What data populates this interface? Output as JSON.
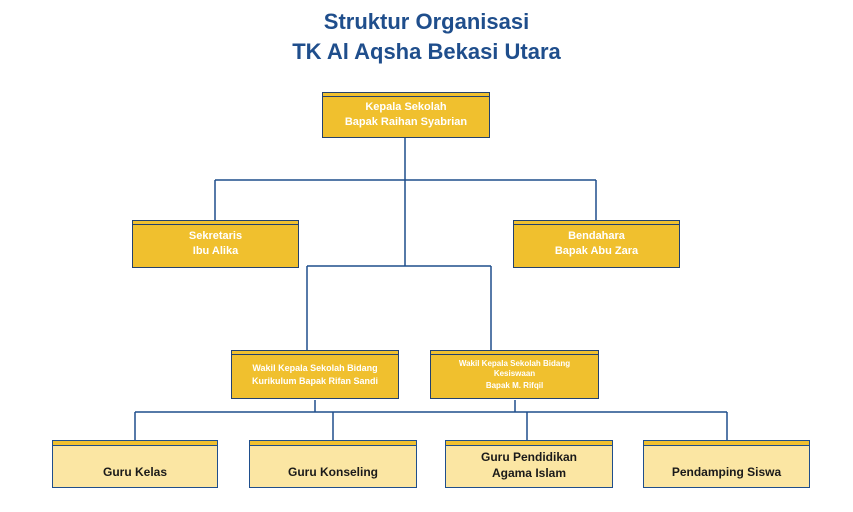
{
  "title": {
    "line1": "Struktur Organisasi",
    "line2": "TK Al Aqsha Bekasi Utara"
  },
  "nodes": {
    "kepala": {
      "role": "Kepala Sekolah",
      "name": "Bapak Raihan Syabrian"
    },
    "sekretaris": {
      "role": "Sekretaris",
      "name": "Ibu Alika"
    },
    "bendahara": {
      "role": "Bendahara",
      "name": "Bapak Abu Zara"
    },
    "wakil_kurikulum": {
      "line1": "Wakil  Kepala Sekolah Bidang",
      "line2": "Kurikulum  Bapak Rifan Sandi"
    },
    "wakil_kesiswaan": {
      "line1": "Wakil  Kepala Sekolah Bidang",
      "line2": "Kesiswaan",
      "line3": "Bapak M.  Rifqil"
    },
    "guru_kelas": {
      "label": "Guru Kelas"
    },
    "guru_konseling": {
      "label": "Guru Konseling"
    },
    "guru_agama": {
      "line1": "Guru Pendidikan",
      "line2": "Agama Islam"
    },
    "pendamping": {
      "label": "Pendamping Siswa"
    }
  },
  "colors": {
    "title": "#1f4e8c",
    "box_fill": "#f0c02e",
    "box_fill_light": "#fbe6a3",
    "lines": "#1f4e8c"
  }
}
